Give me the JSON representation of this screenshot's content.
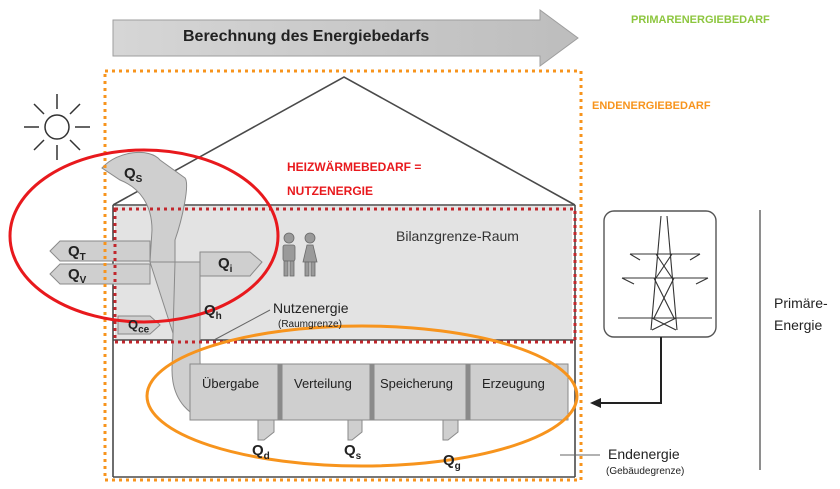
{
  "arrow_title": "Berechnung des Energiebedarfs",
  "primary_demand_label": "PRIMARENERGIEBEDARF",
  "final_demand_label": "ENDENERGIEBEDARF",
  "heat_demand_line1": "HEIZWÄRMEBEDARF =",
  "heat_demand_line2": "NUTZENERGIE",
  "room_boundary_label": "Bilanzgrenze-Raum",
  "useful_energy_label": "Nutzenergie",
  "useful_energy_sub": "(Raumgrenze)",
  "final_energy_label": "Endenergie",
  "final_energy_sub": "(Gebäudegrenze)",
  "primary_energy_line1": "Primäre-",
  "primary_energy_line2": "Energie",
  "stages": [
    "Übergabe",
    "Verteilung",
    "Speicherung",
    "Erzeugung"
  ],
  "flows": {
    "qs_main": {
      "base": "Q",
      "sub": "S"
    },
    "qt": {
      "base": "Q",
      "sub": "T"
    },
    "qv": {
      "base": "Q",
      "sub": "V"
    },
    "qi": {
      "base": "Q",
      "sub": "i"
    },
    "qh": {
      "base": "Q",
      "sub": "h"
    },
    "qce": {
      "base": "Q",
      "sub": "ce"
    },
    "qd": {
      "base": "Q",
      "sub": "d"
    },
    "qs_loss": {
      "base": "Q",
      "sub": "s"
    },
    "qg": {
      "base": "Q",
      "sub": "g"
    }
  },
  "colors": {
    "green": "#8dc63f",
    "orange": "#f7941d",
    "red": "#e8191d",
    "dark_red": "#c1272d",
    "flow_fill": "#cfcfcf",
    "room_fill": "#e3e3e3"
  }
}
